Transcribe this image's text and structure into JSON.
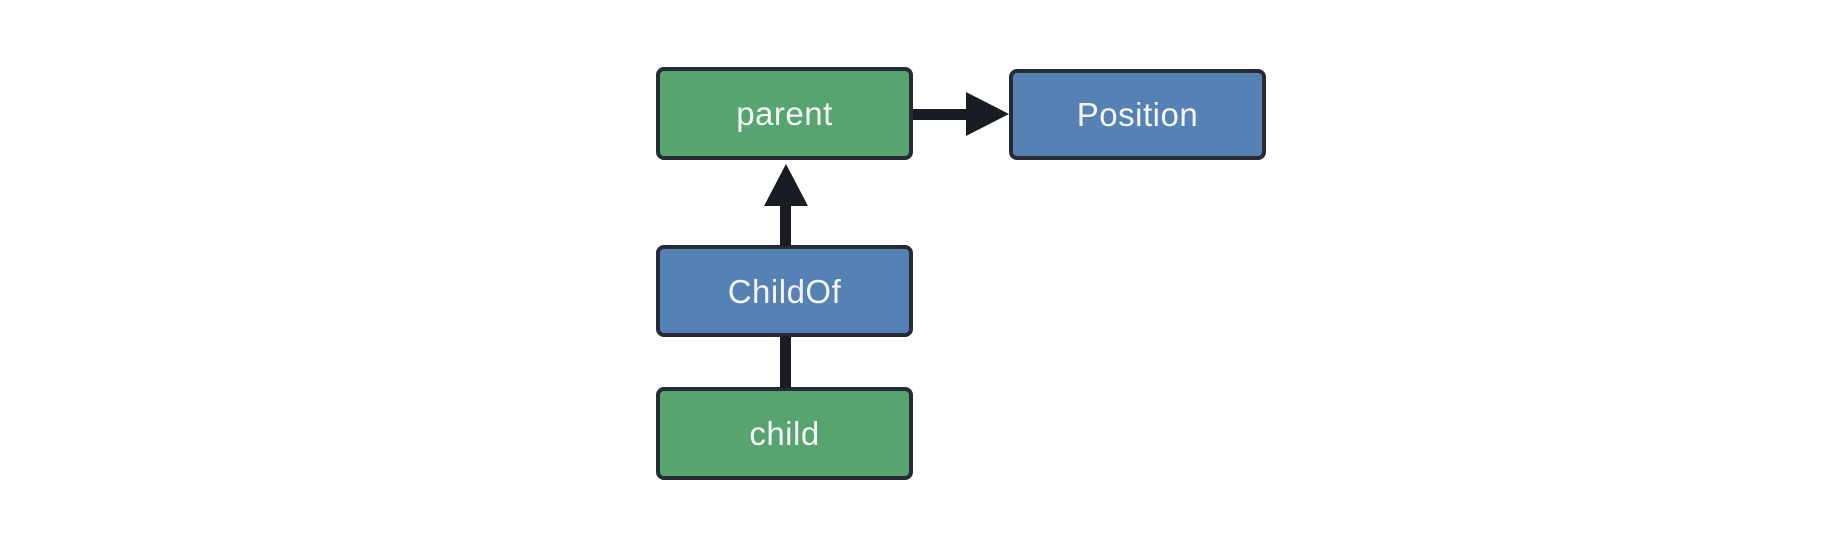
{
  "colors": {
    "background": "#ffffff",
    "entity_fill": "#57a46f",
    "component_fill": "#5681b4",
    "border": "#262b35",
    "arrow": "#191c22",
    "label_text": "#f4f5f7"
  },
  "nodes": {
    "parent": {
      "label": "parent",
      "kind": "entity"
    },
    "position": {
      "label": "Position",
      "kind": "component"
    },
    "childof": {
      "label": "ChildOf",
      "kind": "component"
    },
    "child": {
      "label": "child",
      "kind": "entity"
    }
  },
  "edges": [
    {
      "from": "parent",
      "to": "Position",
      "arrowhead": "right"
    },
    {
      "from": "ChildOf",
      "to": "parent",
      "arrowhead": "up"
    },
    {
      "from": "child",
      "to": "ChildOf",
      "arrowhead": "none"
    }
  ]
}
